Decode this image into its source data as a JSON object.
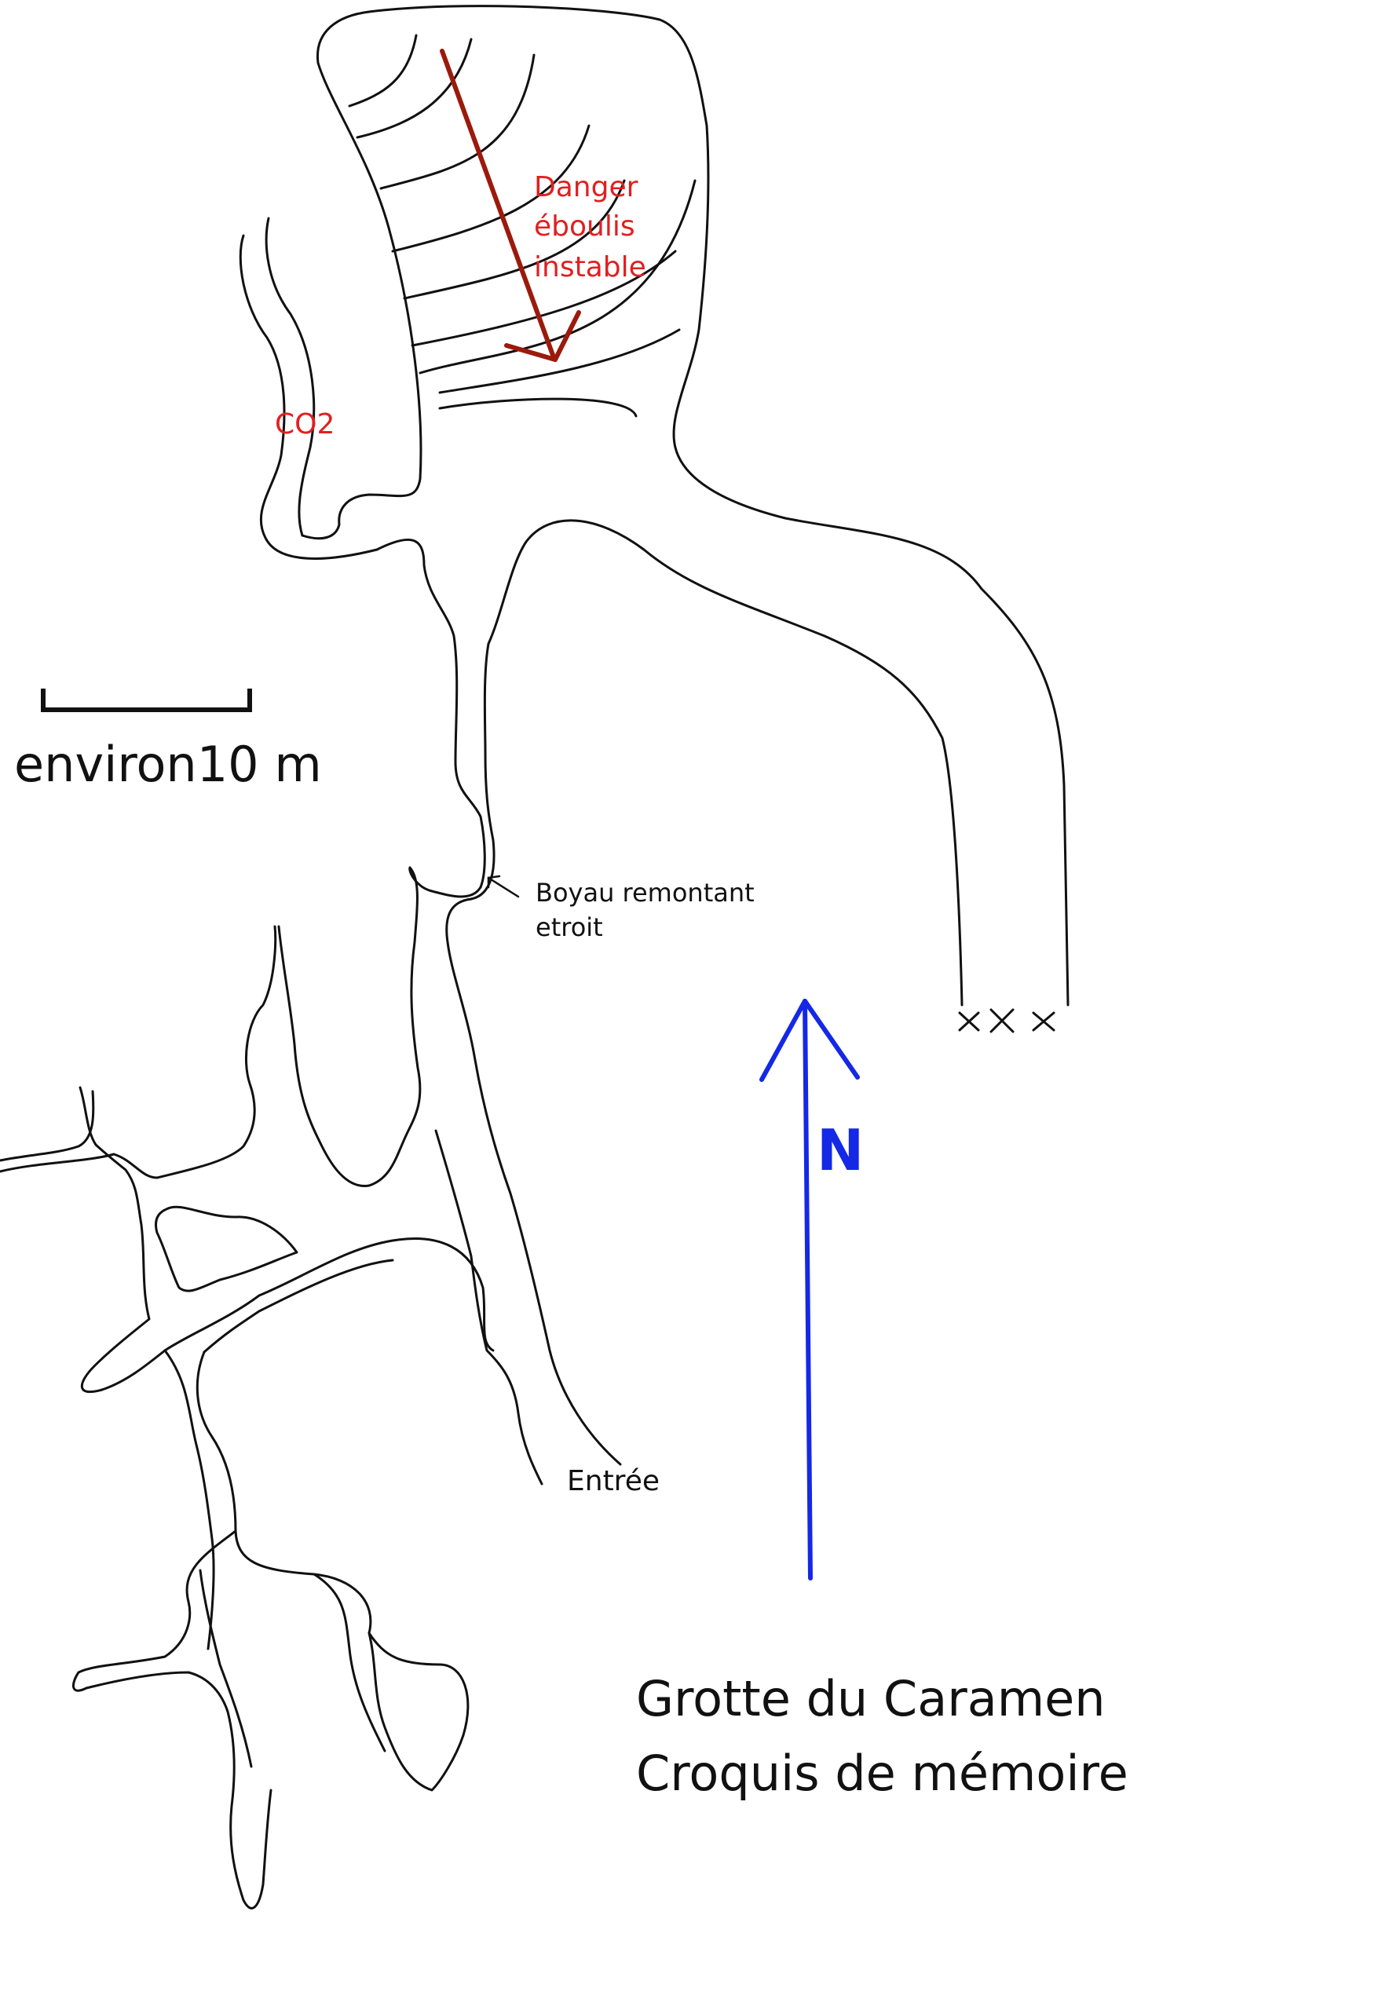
{
  "map": {
    "title_line1": "Grotte du Caramen",
    "title_line2": "Croquis de mémoire",
    "scale_label": "environ10 m",
    "north_label": "N",
    "labels": {
      "danger_1": "Danger",
      "danger_2": "éboulis",
      "danger_3": "instable",
      "co2": "CO2",
      "boyau_1": "Boyau remontant",
      "boyau_2": "etroit",
      "entree": "Entrée"
    },
    "colors": {
      "outline": "#111111",
      "danger_arrow": "#9b1a0c",
      "danger_text": "#e02020",
      "north_arrow": "#1428e6"
    },
    "symbols": {
      "scree": "hatch-lines",
      "end_of_passage": "cross-marks"
    }
  }
}
